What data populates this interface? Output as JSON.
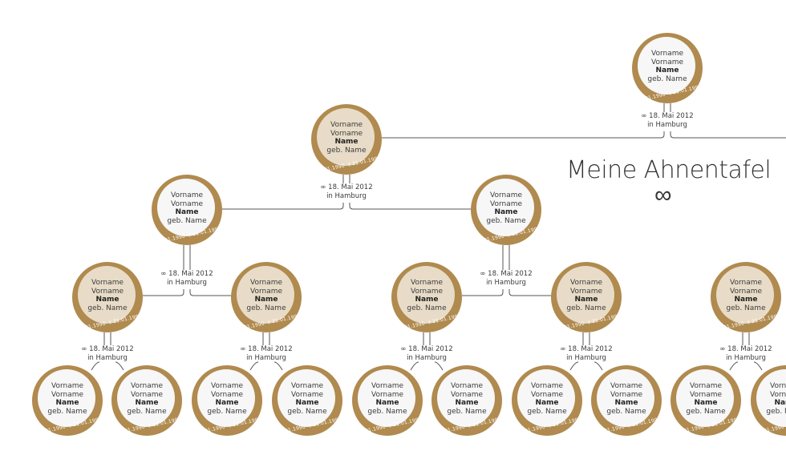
{
  "title": "Meine Ahnentafel",
  "title_symbol": "∞",
  "colors": {
    "ring": "#b08a4e",
    "inner_light": "#f7f7f8",
    "inner_beige": "#e8dcc8",
    "line": "#555555"
  },
  "person": {
    "line1": "Vorname",
    "line2": "Vorname",
    "surname": "Name",
    "birth_name": "geb. Name",
    "born": "* 21.01.1990",
    "died": "† 21.01.1990"
  },
  "marriage": {
    "date": "∞ 18. Mai 2012",
    "place": "in Hamburg"
  }
}
